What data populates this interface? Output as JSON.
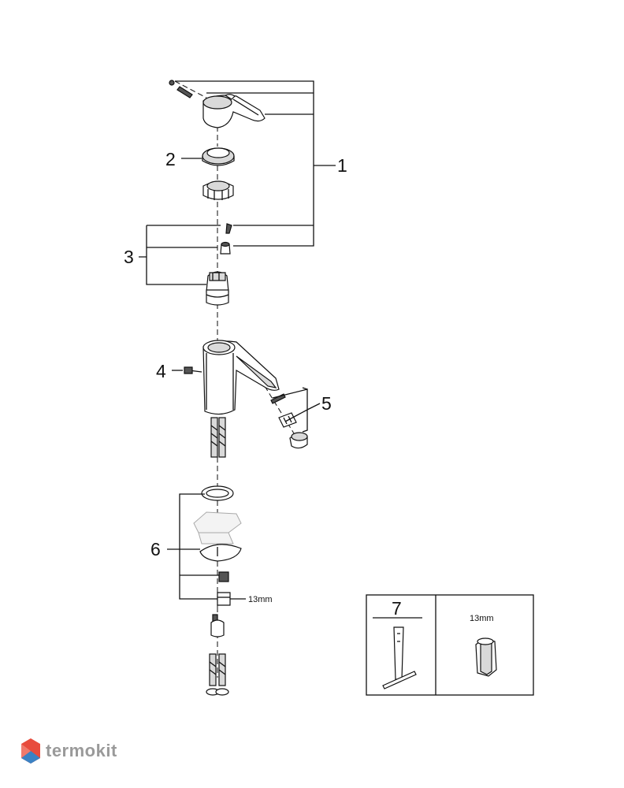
{
  "callouts": {
    "c1": "1",
    "c2": "2",
    "c3": "3",
    "c4": "4",
    "c5": "5",
    "c6": "6",
    "c7": "7"
  },
  "annotations": {
    "nut_size": "13mm",
    "tool_nut_size": "13mm"
  },
  "watermark": {
    "brand": "termokit",
    "colors": [
      "#e84c3d",
      "#3b82c4",
      "#9a9a9a"
    ]
  }
}
